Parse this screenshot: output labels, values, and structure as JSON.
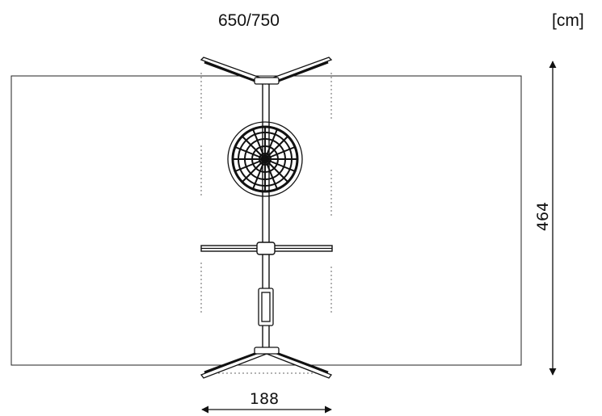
{
  "header": {
    "title": "650/750",
    "unit": "[cm]"
  },
  "dimensions": {
    "height_label": "464",
    "width_label": "188"
  },
  "colors": {
    "line": "#111111",
    "dotted": "#666666",
    "background": "#ffffff"
  }
}
